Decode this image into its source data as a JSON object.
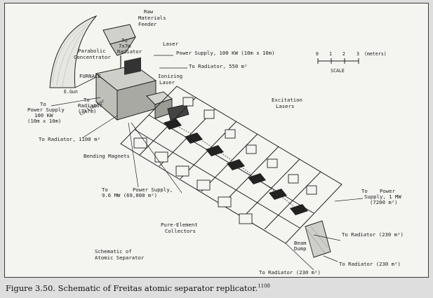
{
  "labels": {
    "raw_feeder": [
      "Raw",
      "Materials",
      "Feeder"
    ],
    "radiator_7x7m_top": [
      "To",
      "7x7m",
      "Radiator"
    ],
    "parabolic": [
      "Parabolic",
      "Concentrator"
    ],
    "furnace": "FURNACE",
    "laser_top": "Laser",
    "power_100kw_right": "Power Supply, 100 KW (10m x 10m)",
    "radiator_550": "To Radiator, 550 m²",
    "ionizing_laser": [
      "Ionizing",
      "Laser"
    ],
    "egun": "E.Gun",
    "collimator": "Collimator",
    "power_left": [
      "To",
      "Power Supply",
      "100 KW",
      "(10m x 10m)"
    ],
    "radiator_left": [
      "To",
      "Radiator",
      "(7x7m)"
    ],
    "radiator_1100": "To Radiator, 1100 m²",
    "excitation": [
      "Excitation",
      "Lasers"
    ],
    "bending": "Bending Magnets",
    "power_96mw": [
      "To",
      "Power Supply,",
      "9.6 MW (69,000 m²)"
    ],
    "power_1mw": [
      "To",
      "Power",
      "Supply, 1 MW",
      "(7200 m²)"
    ],
    "pure_element": [
      "Pure-Element",
      "Collectors"
    ],
    "schematic": [
      "Schematic of",
      "Atomic Separator"
    ],
    "beam_dump": [
      "Beam",
      "Dump"
    ],
    "radiator_230_a": "To Radiator (230 m²)",
    "radiator_230_b": "To Radiator (230 m²)",
    "radiator_230_c": "To Radiator (230 m²)"
  },
  "scale": {
    "ticks": [
      "0",
      "1",
      "2",
      "3"
    ],
    "unit": "(meters)",
    "title": "SCALE"
  },
  "caption": {
    "text": "Figure 3.50. Schematic of Freitas atomic separator replicator.",
    "ref": "1108"
  }
}
